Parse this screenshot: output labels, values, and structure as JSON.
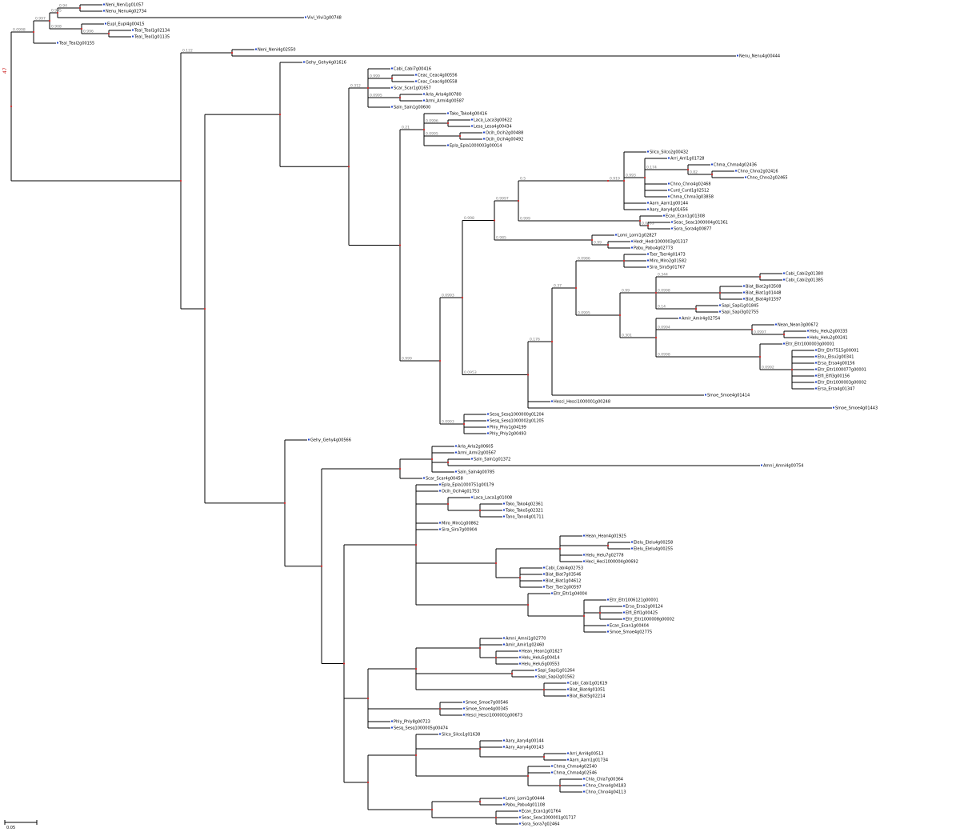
{
  "figure": {
    "root_label": "47",
    "scale_label": "0.05"
  },
  "leaves": [
    "Neni_Neni1g01057",
    "Nenu_Nenu4g02734",
    "Vivi_Vivi1g00748",
    "Eupl_Eupl4g00415",
    "Teal_Teal1g02134",
    "Teal_Teal1g01135",
    "Teal_Teal2g00155",
    "Neni_Neni4g02550",
    "Nenu_Nenu4g00444",
    "Gehy_Gehy4g01616",
    "Cabi_Cabi7g00416",
    "Ceac_Ceac4g00556",
    "Ceac_Ceac4g00558",
    "Scar_Scar1g01657",
    "Arla_Arla4g00780",
    "Armi_Armi4g00587",
    "Saln_Saln1g00600",
    "Tako_Tako4g00416",
    "Laca_Laca3g00622",
    "Lesa_Lesa4g00434",
    "Ocih_Ocih2g00488",
    "Ocih_Ocih4g00492",
    "Epla_Epla1000003g00014",
    "Silco_Silco2g00432",
    "Arri_Arri1g01728",
    "Chma_Chma4g02436",
    "Chno_Chno2g02416",
    "Chno_Chno2g02465",
    "Chno_Chno4g02468",
    "Curd_Curd1g02512",
    "Chma_Chma3g03858",
    "Aarn_Aarn1g00144",
    "Aary_Aary4g01656",
    "Ecan_Ecan1g01308",
    "Seac_Seac1000004g01361",
    "Sora_Sora4g00877",
    "Lomi_Lomi1g02827",
    "Hedr_Hedr1000003g01317",
    "Pabu_Pabu4g02773",
    "Tser_Tser4g01473",
    "Miro_Miro2g01582",
    "Sira_Sira5g01767",
    "Cabi_Cabi2g01380",
    "Cabi_Cabi2g01385",
    "Biat_Biat2g03508",
    "Biat_Biat1g01448",
    "Biat_Biat4g01597",
    "Sapi_Sapi1g01845",
    "Sapi_Sapi3g02755",
    "Amir_Amir4g02754",
    "Nean_Nean3g00672",
    "Helu_Helu2g00335",
    "Helu_Helu2g00241",
    "Eltr_Eltr1000003g00001",
    "Eltr_Eltr7515g00001",
    "Elsu_Elsu2g00341",
    "Ersa_Ersa4g00156",
    "Eltr_Eltr1000077g00001",
    "Elfi_Elfi3g00156",
    "Eltr_Eltr1000003g00002",
    "Ersa_Ersa4g01347",
    "Smoe_Smoe4g01414",
    "Hesci_Hesci1000001g00248",
    "Smoe_Smoe4g01443",
    "Sesq_Sesq1000000g01204",
    "Sesq_Sesq1000002g01205",
    "Phly_Phly1g04199",
    "Phly_Phly2g00493",
    "Gehy_Gehy4g00566",
    "Arla_Arla2g00605",
    "Armi_Armi2g00567",
    "Saln_Saln1g01372",
    "Amni_Amni4g00754",
    "Saln_Saln4g00785",
    "Scar_Scar4g00458",
    "Epla_Epla1000751g00179",
    "Ocih_Ocih4g01753",
    "Laca_Laca1g01008",
    "Tako_Tako4g02361",
    "Tako_Tako5g02321",
    "Tano_Tano4g01711",
    "Miro_Miro1g00862",
    "Sira_Sira7g00904",
    "Hean_Hean4g01925",
    "Elelu_Elelu4g00258",
    "Elelu_Elelu4g00255",
    "Helu_Helu7g02778",
    "Heci_Heci1000004g00692",
    "Cabi_Cabi4g02753",
    "Biat_Biat7g03546",
    "Biat_Biat1g04612",
    "Tser_Tser2g00597",
    "Eltr_Eltr1g04004",
    "Eltr_Eltr1006121g00001",
    "Ersa_Ersa2g00124",
    "Elfi_Elfi1g00425",
    "Eltr_Eltr1000008g00002",
    "Ecan_Ecan1g00404",
    "Smoe_Smoe4g02775",
    "Amni_Amni1g02770",
    "Amir_Amir1g02460",
    "Hean_Hean1g01627",
    "Helu_Helu5g00414",
    "Helu_Helu5g00553",
    "Sapi_Sapi1g01264",
    "Sapi_Sapi2g01562",
    "Cabi_Cabi1g01619",
    "Biat_Biat4g01051",
    "Biat_Biat5g02214",
    "Smoe_Smoe7g00546",
    "Smoe_Smoe4g00345",
    "Hesci_Hesci1000001g00673",
    "Phly_Phly8g00723",
    "Sesq_Sesq1000005g00474",
    "Silco_Silco1g01638",
    "Aary_Aary4g00144",
    "Aary_Aary4g00143",
    "Arri_Arri4g00513",
    "Aarn_Aarn1g01734",
    "Chma_Chma4g02540",
    "Chma_Chma4g02546",
    "Chla_Chla7g00364",
    "Chno_Chno4g04183",
    "Chno_Chno4g04113",
    "Lomi_Lomi1g00444",
    "Pabu_Pabu4g01108",
    "Ecan_Ecan1g01764",
    "Seac_Seac1000001g01717",
    "Sora_Sora7g02464"
  ],
  "support_values": [
    "0.94",
    "0.995",
    "0.996",
    "0.908",
    "0.997",
    "0.0998",
    "0.122",
    "0.999",
    "0.0995",
    "0.312",
    "0.0996",
    "0.0995",
    "0.21",
    "0.82",
    "0.174",
    "0.993",
    "0.919",
    "0.5",
    "0.0999",
    "0.999",
    "0.9997",
    "0.99",
    "0.985",
    "0.998",
    "0.0986",
    "0.344",
    "0.0998",
    "0.14",
    "0.99",
    "0.0997",
    "0.0994",
    "0.0992",
    "0.0998",
    "0.301",
    "0.0995",
    "0.37",
    "0.176",
    "0.0953",
    "0.0993",
    "0.0993",
    "0.999"
  ]
}
